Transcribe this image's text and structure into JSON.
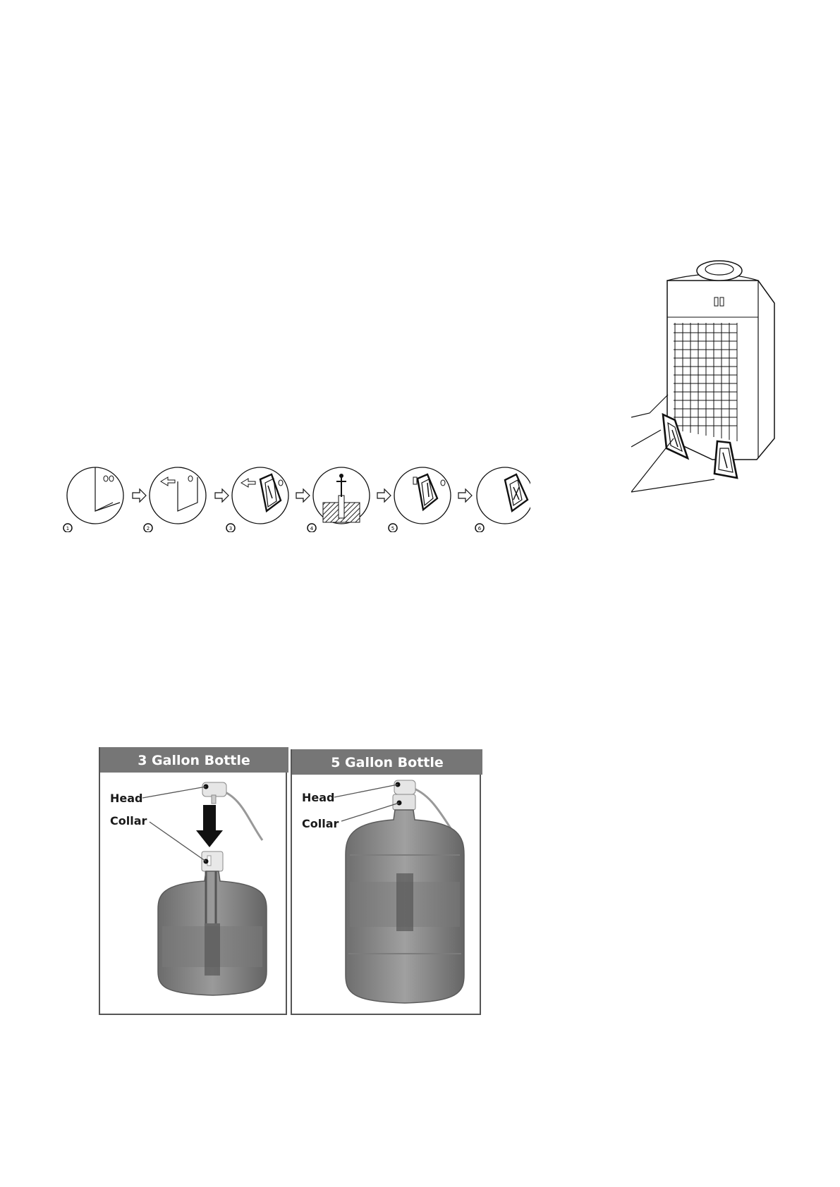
{
  "steps_diagram": {
    "step_count": 6,
    "step_numbers": [
      "1",
      "2",
      "3",
      "4",
      "5",
      "6"
    ]
  },
  "panel_3_gallon": {
    "title": "3 Gallon Bottle",
    "head_label": "Head",
    "collar_label": "Collar"
  },
  "panel_5_gallon": {
    "title": "5 Gallon Bottle",
    "head_label": "Head",
    "collar_label": "Collar"
  },
  "colors": {
    "title_bar": "#767676",
    "line_art": "#111111",
    "bottle_fill": "#8a8a8a",
    "bottle_dark": "#555555"
  }
}
